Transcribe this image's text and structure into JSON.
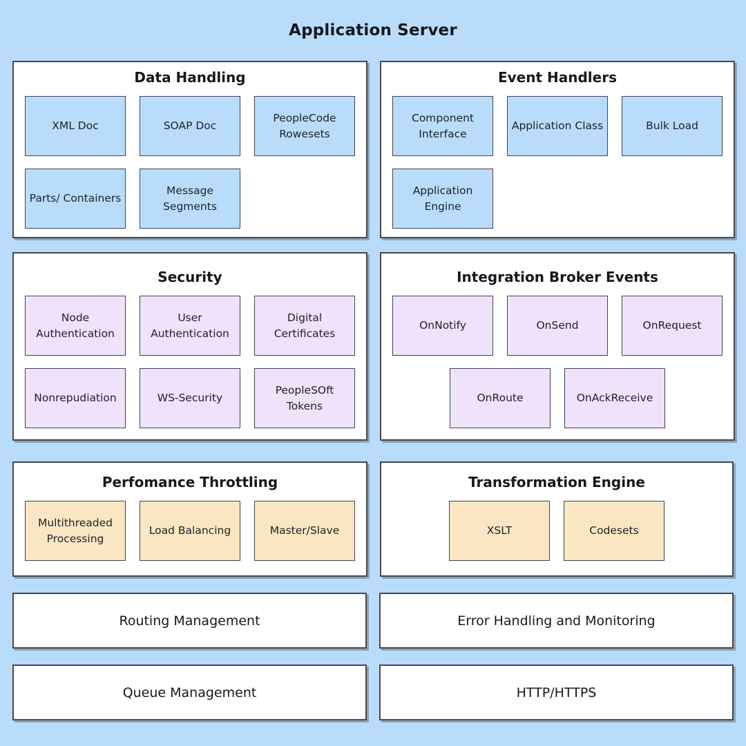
{
  "title": "Application Server",
  "colors": {
    "background": "#B9DCFB",
    "panel_bg": "#FFFFFF",
    "panel_border": "#46474B",
    "box_border": "#3E4450",
    "blue_box": "#B9DCFB",
    "purple_box": "#EFE2FA",
    "orange_box": "#FBE6C3",
    "text": "#1D2129"
  },
  "panels": {
    "data_handling": {
      "title": "Data Handling",
      "rows": [
        [
          "XML Doc",
          "SOAP Doc",
          "PeopleCode Rowesets"
        ],
        [
          "Parts/ Containers",
          "Message Segments"
        ]
      ]
    },
    "event_handlers": {
      "title": "Event Handlers",
      "rows": [
        [
          "Component Interface",
          "Application Class",
          "Bulk Load"
        ],
        [
          "Application Engine"
        ]
      ]
    },
    "security": {
      "title": "Security",
      "rows": [
        [
          "Node Authentication",
          "User Authentication",
          "Digital Certificates"
        ],
        [
          "Nonrepudiation",
          "WS-Security",
          "PeopleSOft Tokens"
        ]
      ]
    },
    "integration_broker_events": {
      "title": "Integration Broker Events",
      "rows": [
        [
          "OnNotify",
          "OnSend",
          "OnRequest"
        ],
        [
          "OnRoute",
          "OnAckReceive"
        ]
      ]
    },
    "perfomance_throttling": {
      "title": "Perfomance Throttling",
      "rows": [
        [
          "Multithreaded Processing",
          "Load Balancing",
          "Master/Slave"
        ]
      ]
    },
    "transformation_engine": {
      "title": "Transformation Engine",
      "rows": [
        [
          "XSLT",
          "Codesets"
        ]
      ]
    }
  },
  "bars": {
    "routing_management": "Routing Management",
    "error_handling_and_monitoring": "Error Handling and Monitoring",
    "queue_management": "Queue Management",
    "http_https": "HTTP/HTTPS"
  }
}
